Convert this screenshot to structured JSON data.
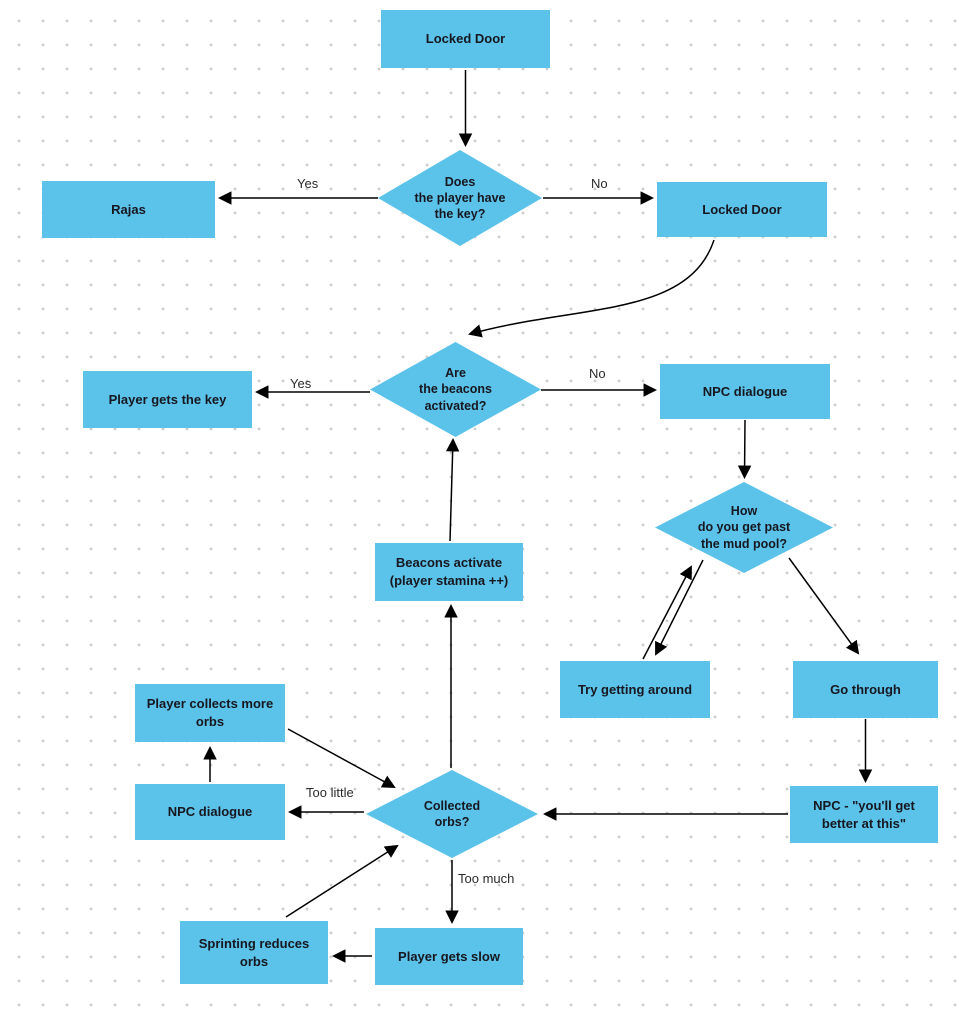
{
  "diagram": {
    "type": "flowchart",
    "background": "#ffffff",
    "grid_dot_color": "#cccccc",
    "shape_fill": "#5BC2EA",
    "edge_color": "#000000",
    "text_color": "#17171f"
  },
  "nodes": {
    "locked_door_top": "Locked Door",
    "rajas": "Rajas",
    "locked_door_right": "Locked Door",
    "player_gets_key": "Player gets the key",
    "npc_dialogue_right": "NPC dialogue",
    "beacons_activate": "Beacons activate\n(player stamina ++)",
    "try_getting_around": "Try getting around",
    "go_through": "Go through",
    "npc_better": "NPC - \"you'll get\nbetter at this\"",
    "player_collects": "Player collects more\norbs",
    "npc_dialogue_left": "NPC dialogue",
    "sprinting_reduces": "Sprinting reduces\norbs",
    "player_gets_slow": "Player gets slow"
  },
  "decisions": {
    "has_key": "Does\nthe player have\nthe key?",
    "beacons_activated": "Are\nthe beacons\nactivated?",
    "mud_pool": "How\ndo you get past\nthe mud pool?",
    "collected_orbs": "Collected\norbs?"
  },
  "edge_labels": {
    "yes_top": "Yes",
    "no_top": "No",
    "yes_mid": "Yes",
    "no_mid": "No",
    "too_little": "Too little",
    "too_much": "Too much"
  }
}
